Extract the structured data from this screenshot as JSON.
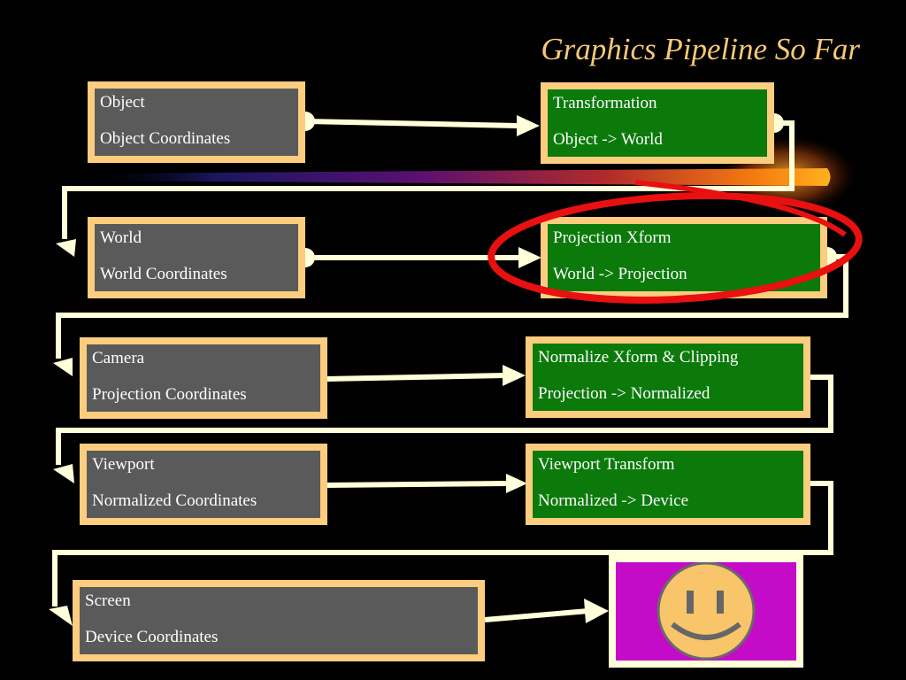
{
  "slide": {
    "title": "Graphics Pipeline So Far"
  },
  "stages": [
    {
      "left": {
        "name": "Object",
        "coords": "Object Coordinates"
      },
      "right": {
        "name": "Transformation",
        "mapping": "Object -> World"
      }
    },
    {
      "left": {
        "name": "World",
        "coords": "World Coordinates"
      },
      "right": {
        "name": "Projection Xform",
        "mapping": "World -> Projection"
      }
    },
    {
      "left": {
        "name": "Camera",
        "coords": "Projection Coordinates"
      },
      "right": {
        "name": "Normalize Xform & Clipping",
        "mapping": "Projection -> Normalized"
      }
    },
    {
      "left": {
        "name": "Viewport",
        "coords": "Normalized Coordinates"
      },
      "right": {
        "name": "Viewport Transform",
        "mapping": "Normalized -> Device"
      }
    },
    {
      "left": {
        "name": "Screen",
        "coords": "Device Coordinates"
      }
    }
  ],
  "highlighted_stage": "Projection Xform",
  "output_icon": "smiley-face-icon",
  "colors": {
    "background": "#000000",
    "title": "#f5c878",
    "box_border": "#fccd7f",
    "space_box": "#5a5a5a",
    "transform_box": "#0b7a0b",
    "arrow": "#ffffd9",
    "highlight_ring": "#e81010",
    "output_box": "#c40cc8",
    "smiley": "#f9c56a"
  }
}
